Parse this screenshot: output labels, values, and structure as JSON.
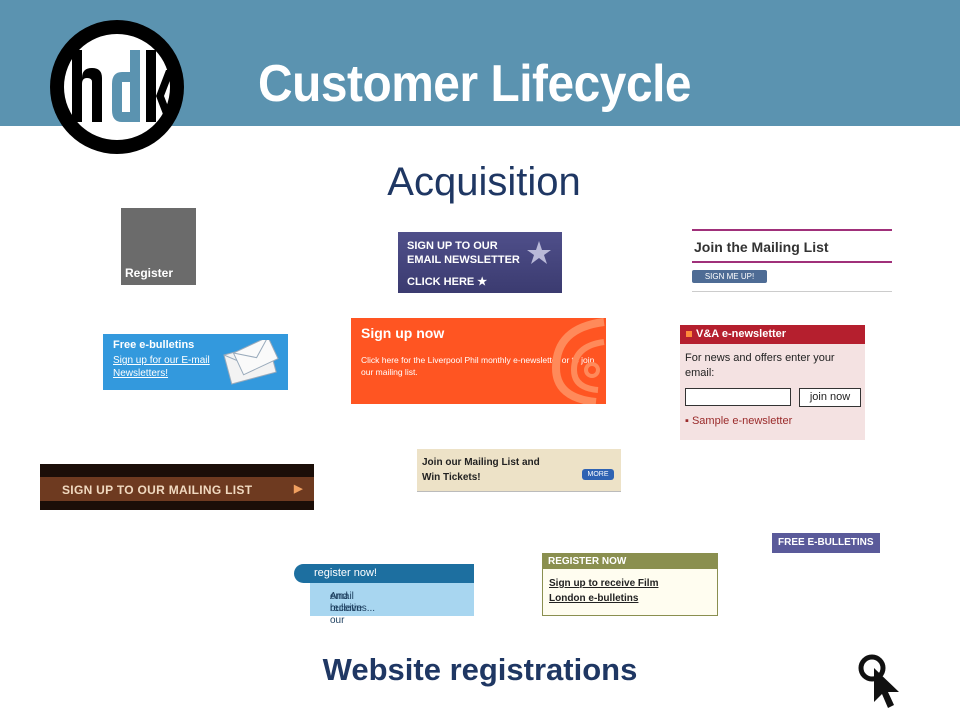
{
  "header": {
    "logo_text": "hdk",
    "title": "Customer Lifecycle"
  },
  "subtitle": "Acquisition",
  "banners": {
    "register": {
      "label": "Register"
    },
    "newsletter": {
      "line1": "SIGN UP TO OUR",
      "line2": "EMAIL NEWSLETTER",
      "cta": "CLICK HERE"
    },
    "mailing_list": {
      "title": "Join the Mailing List",
      "button": "SIGN ME UP!"
    },
    "ebulletins": {
      "title": "Free e-bulletins",
      "link": "Sign up for our E-mail Newsletters!"
    },
    "signup_now": {
      "title": "Sign up now",
      "text": "Click here for the Liverpool Phil monthly e-newsletter or to join our mailing list."
    },
    "va": {
      "title": "V&A e-newsletter",
      "body": "For news and offers enter your email:",
      "button": "join now",
      "sample": "Sample e-newsletter"
    },
    "dark": {
      "label": "SIGN UP TO OUR MAILING LIST"
    },
    "tickets": {
      "line1": "Join our Mailing List and",
      "line2": "Win Tickets!",
      "more": "MORE"
    },
    "free_bulletins": {
      "label": "FREE E-BULLETINS"
    },
    "register_now": {
      "label": "register now!",
      "line1": "And receive our",
      "line2": "email bulletins..."
    },
    "film": {
      "head": "REGISTER NOW",
      "line1": "Sign up to receive Film",
      "line2": "London e-bulletins"
    }
  },
  "footer": {
    "label": "Website registrations"
  },
  "colors": {
    "band": "#5b93b0",
    "navy": "#1f3763"
  },
  "icons": {
    "cursor": "pointer-cursor-icon"
  }
}
